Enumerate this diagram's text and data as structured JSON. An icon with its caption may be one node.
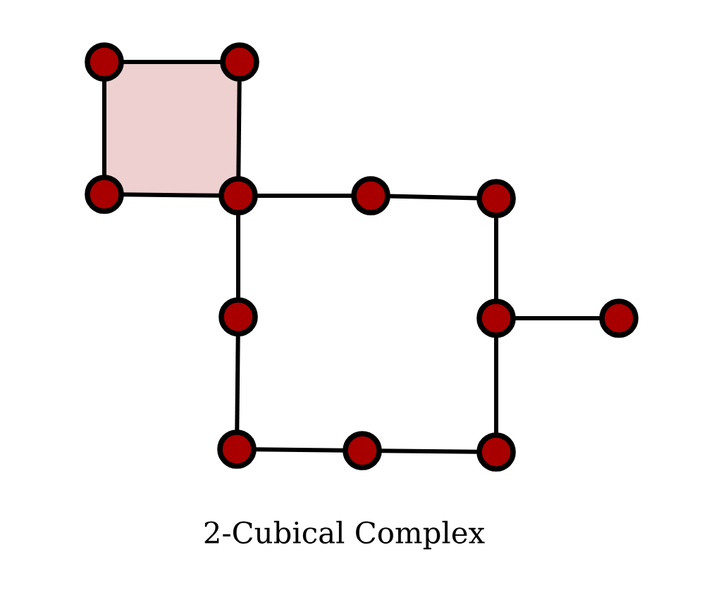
{
  "diagram": {
    "caption": "2-Cubical Complex",
    "nodes": [
      {
        "text": [],
        "shape": "circle"
      },
      {
        "text": [],
        "shape": "circle"
      },
      {
        "text": [],
        "shape": "circle"
      },
      {
        "text": [],
        "shape": "circle"
      },
      {
        "text": [],
        "shape": "circle"
      },
      {
        "text": [],
        "shape": "circle"
      },
      {
        "text": [],
        "shape": "circle"
      },
      {
        "text": [],
        "shape": "circle"
      },
      {
        "text": [],
        "shape": "circle"
      },
      {
        "text": [],
        "shape": "circle"
      },
      {
        "text": [],
        "shape": "circle"
      },
      {
        "text": [],
        "shape": "circle"
      },
      {
        "text": [],
        "shape": "box"
      }
    ],
    "edges": [
      {
        "from": 0,
        "to": 1,
        "arrow": "none"
      },
      {
        "from": 0,
        "to": 2,
        "arrow": "none"
      },
      {
        "from": 1,
        "to": 3,
        "arrow": "none"
      },
      {
        "from": 2,
        "to": 3,
        "arrow": "none"
      },
      {
        "from": 3,
        "to": 4,
        "arrow": "none"
      },
      {
        "from": 4,
        "to": 5,
        "arrow": "none"
      },
      {
        "from": 3,
        "to": 6,
        "arrow": "none"
      },
      {
        "from": 5,
        "to": 7,
        "arrow": "none"
      },
      {
        "from": 6,
        "to": 9,
        "arrow": "none"
      },
      {
        "from": 7,
        "to": 8,
        "arrow": "none"
      },
      {
        "from": 7,
        "to": 11,
        "arrow": "none"
      },
      {
        "from": 9,
        "to": 10,
        "arrow": "none"
      },
      {
        "from": 10,
        "to": 11,
        "arrow": "none"
      }
    ]
  }
}
